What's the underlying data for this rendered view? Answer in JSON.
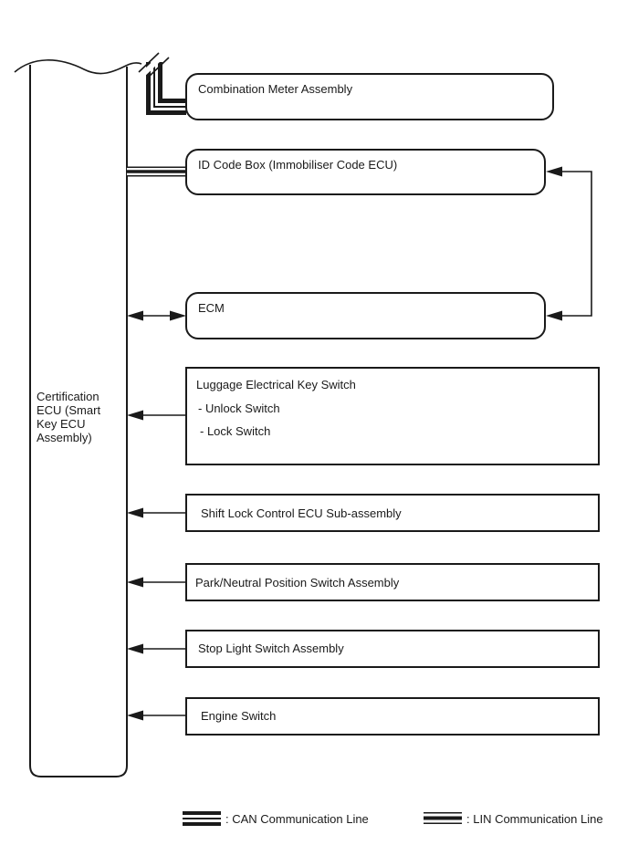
{
  "diagram": {
    "main_unit": {
      "label": "Certification ECU (Smart Key ECU Assembly)"
    },
    "nodes": [
      {
        "id": "combination-meter",
        "label": "Combination Meter Assembly",
        "shape": "rounded",
        "connection": "can-line"
      },
      {
        "id": "id-code-box",
        "label": "ID Code Box (Immobiliser Code ECU)",
        "shape": "rounded",
        "connection": "lin-line"
      },
      {
        "id": "ecm",
        "label": "ECM",
        "shape": "rounded",
        "connection": "double-arrow"
      },
      {
        "id": "luggage-electrical-key-switch",
        "label": "Luggage Electrical Key Switch",
        "sublabels": [
          " - Unlock Switch",
          " - Lock Switch"
        ],
        "shape": "rect",
        "connection": "arrow"
      },
      {
        "id": "shift-lock-control-ecu",
        "label": "Shift Lock Control ECU Sub-assembly",
        "shape": "rect",
        "connection": "arrow"
      },
      {
        "id": "park-neutral-position-switch",
        "label": "Park/Neutral Position Switch Assembly",
        "shape": "rect",
        "connection": "arrow"
      },
      {
        "id": "stop-light-switch",
        "label": "Stop Light Switch Assembly",
        "shape": "rect",
        "connection": "arrow"
      },
      {
        "id": "engine-switch",
        "label": "Engine Switch",
        "shape": "rect",
        "connection": "arrow"
      }
    ],
    "legend": {
      "can_label": ": CAN Communication Line",
      "lin_label": ": LIN Communication Line"
    },
    "colors": {
      "line": "#1a1a1a",
      "background": "#ffffff"
    }
  }
}
